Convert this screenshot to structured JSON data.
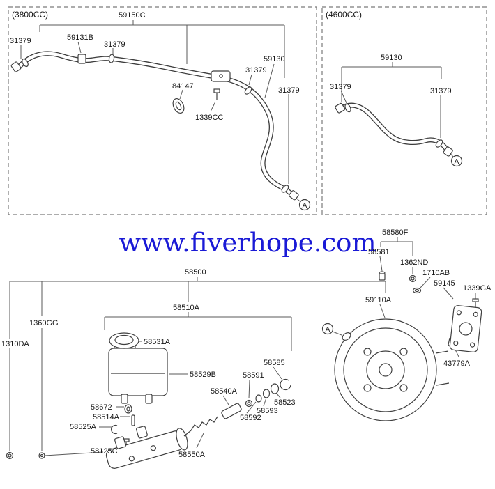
{
  "watermark": "www.fiverhope.com",
  "colors": {
    "watermark_blue": "#1a1ad6",
    "line": "#3f3f3f"
  },
  "s3800": {
    "title": "(3800CC)",
    "assy": "59150C",
    "clamp_a": "31379",
    "bracket": "59131B",
    "clamp_b": "31379",
    "grommet": "84147",
    "bolt": "1339CC",
    "clamp_c": "31379",
    "hose": "59130",
    "clamp_d": "31379",
    "marker": "A"
  },
  "s4600": {
    "title": "(4600CC)",
    "hose": "59130",
    "clamp_left": "31379",
    "clamp_right": "31379",
    "marker": "A"
  },
  "main": {
    "assy": "58500",
    "cylinder_sub": "58510A",
    "bolt_1360gg": "1360GG",
    "nut_1310da": "1310DA",
    "cap": "58531A",
    "reservoir": "58529B",
    "retainer_58585": "58585",
    "oring_58591": "58591",
    "piston_58540a": "58540A",
    "ring_58523": "58523",
    "ring_58593": "58593",
    "ring_58592": "58592",
    "grommet_58672": "58672",
    "pin_58514a": "58514A",
    "clip_58525a": "58525A",
    "screw_58125c": "58125C",
    "piston_58550a": "58550A",
    "hose_assy_58580f": "58580F",
    "hose_58581": "58581",
    "nut_1362nd": "1362ND",
    "washer_1710ab": "1710AB",
    "gasket_59145": "59145",
    "bolt_1339ga": "1339GA",
    "booster_59110a": "59110A",
    "fork_43779a": "43779A",
    "marker": "A"
  }
}
